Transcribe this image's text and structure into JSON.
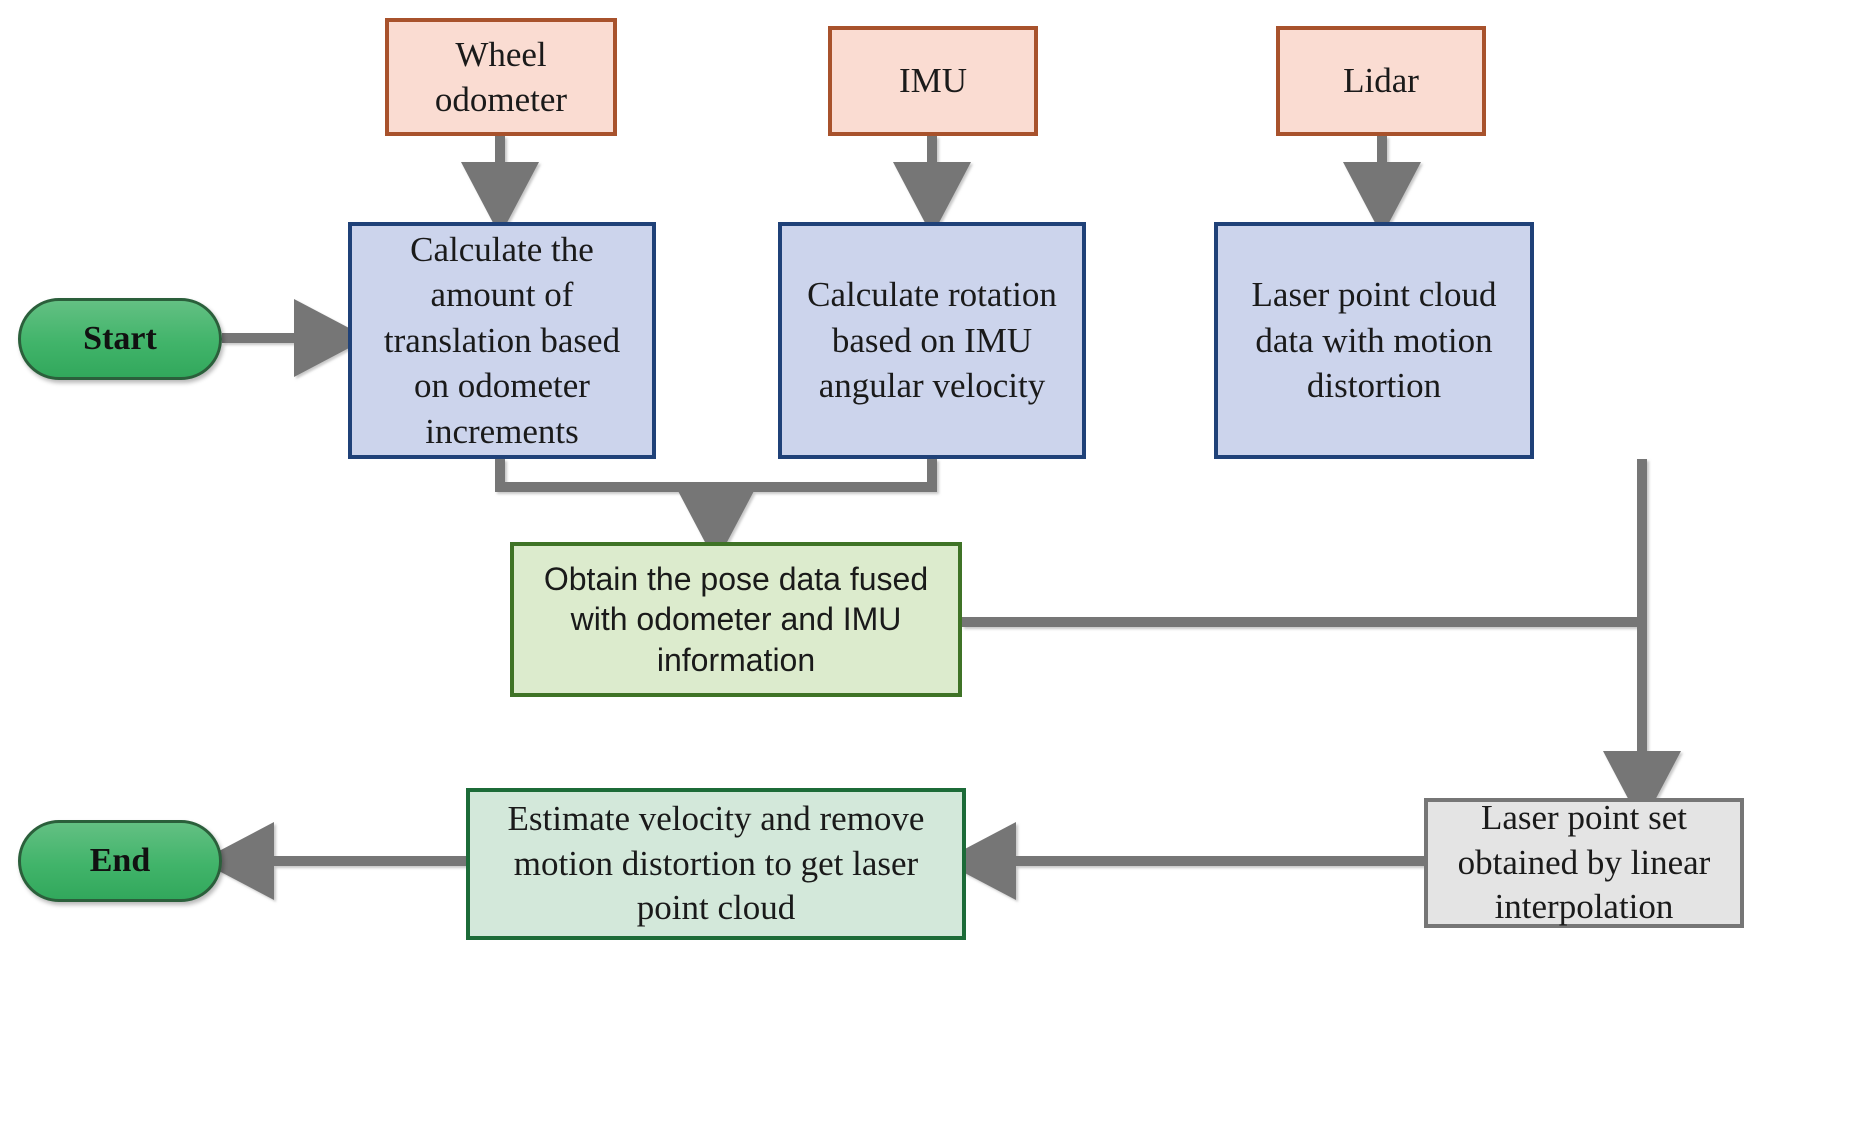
{
  "diagram": {
    "title": "Lidar motion distortion removal flowchart",
    "background": "#ffffff",
    "connector_color": "#767676"
  },
  "nodes": {
    "start": {
      "label": "Start",
      "shape": "pill",
      "fill": "#41b46a",
      "border": "#2b5f3b"
    },
    "end": {
      "label": "End",
      "shape": "pill",
      "fill": "#41b46a",
      "border": "#2b5f3b"
    },
    "wheel_odometer": {
      "label": "Wheel\nodometer",
      "shape": "rect",
      "fill": "#fadcd2",
      "border": "#a8522c"
    },
    "imu": {
      "label": "IMU",
      "shape": "rect",
      "fill": "#fadcd2",
      "border": "#a8522c"
    },
    "lidar": {
      "label": "Lidar",
      "shape": "rect",
      "fill": "#fadcd2",
      "border": "#a8522c"
    },
    "calc_translation": {
      "label": "Calculate the\namount of\ntranslation based\non odometer\nincrements",
      "shape": "rect",
      "fill": "#ccd4ec",
      "border": "#1f4178"
    },
    "calc_rotation": {
      "label": "Calculate rotation\nbased on IMU\nangular velocity",
      "shape": "rect",
      "fill": "#ccd4ec",
      "border": "#1f4178"
    },
    "raw_cloud": {
      "label": "Laser point cloud\ndata with motion\ndistortion",
      "shape": "rect",
      "fill": "#ccd4ec",
      "border": "#1f4178"
    },
    "fused_pose": {
      "label": "Obtain the pose data fused\nwith odometer and IMU\ninformation",
      "shape": "rect",
      "fill": "#dcebcd",
      "border": "#3f7326"
    },
    "interpolated_set": {
      "label": "Laser point set\nobtained by linear\ninterpolation",
      "shape": "rect",
      "fill": "#e4e4e4",
      "border": "#767676"
    },
    "undistorted_cloud": {
      "label": "Estimate velocity and remove\nmotion distortion to get laser\npoint cloud",
      "shape": "rect",
      "fill": "#d3e8da",
      "border": "#1c6b38"
    }
  },
  "edges": [
    {
      "name": "start-to-calc-translation",
      "from": "start",
      "to": "calc_translation",
      "arrow": true
    },
    {
      "name": "odometer-to-calc-translation",
      "from": "wheel_odometer",
      "to": "calc_translation",
      "arrow": true
    },
    {
      "name": "imu-to-calc-rotation",
      "from": "imu",
      "to": "calc_rotation",
      "arrow": true
    },
    {
      "name": "lidar-to-raw-cloud",
      "from": "lidar",
      "to": "raw_cloud",
      "arrow": true
    },
    {
      "name": "translation-rotation-merge-to-fused-pose",
      "from": "calc_translation + calc_rotation",
      "to": "fused_pose",
      "arrow": true
    },
    {
      "name": "fused-pose-to-interpolation-junction",
      "from": "fused_pose",
      "to": "interpolated_set",
      "arrow": false
    },
    {
      "name": "raw-cloud-to-interpolated-set",
      "from": "raw_cloud",
      "to": "interpolated_set",
      "arrow": true
    },
    {
      "name": "interpolated-set-to-undistorted-cloud",
      "from": "interpolated_set",
      "to": "undistorted_cloud",
      "arrow": true
    },
    {
      "name": "undistorted-cloud-to-end",
      "from": "undistorted_cloud",
      "to": "end",
      "arrow": true
    }
  ]
}
